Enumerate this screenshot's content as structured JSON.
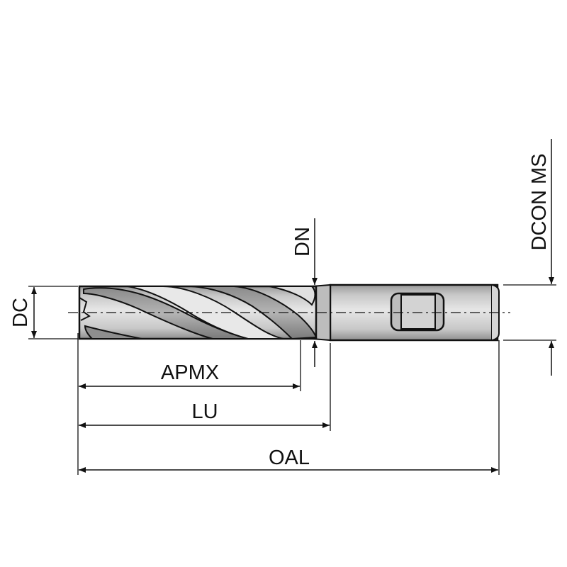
{
  "labels": {
    "dc": "DC",
    "dn": "DN",
    "dcon_ms": "DCON MS",
    "apmx": "APMX",
    "lu": "LU",
    "oal": "OAL"
  },
  "colors": {
    "outline": "#111111",
    "tool_fill": "#c8c8c8",
    "tool_fill_dark": "#9a9a9a",
    "tool_highlight": "#e6e6e6",
    "background": "#ffffff"
  },
  "icons": {
    "flat_clamp": "rounded-rectangle"
  }
}
